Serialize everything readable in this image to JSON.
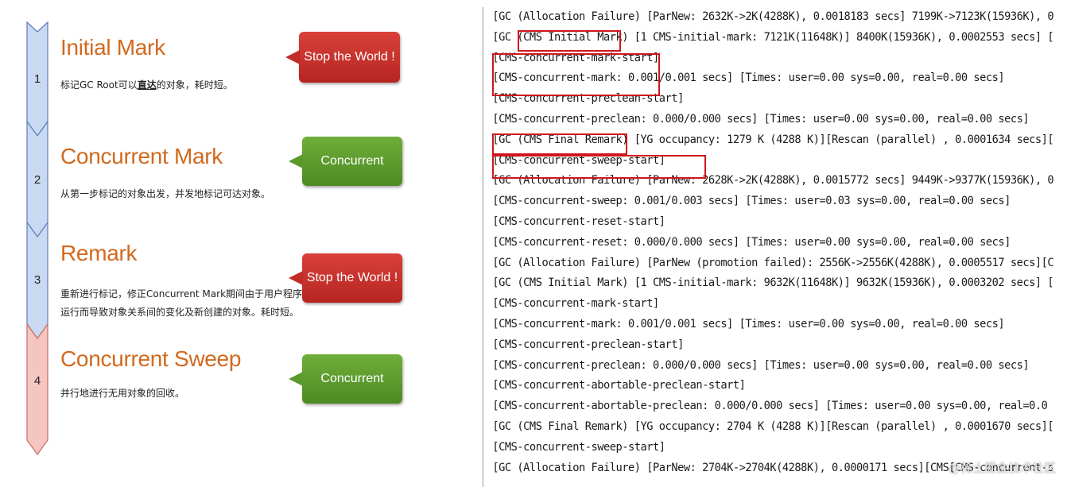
{
  "stages": [
    {
      "number": "1",
      "title": "Initial Mark",
      "desc_lines": [
        [
          "标记GC Root可以",
          "直达",
          "的对象，耗时短。"
        ]
      ],
      "badge": "Stop the World !",
      "badge_color": "#c22d28"
    },
    {
      "number": "2",
      "title": "Concurrent Mark",
      "desc_lines": [
        [
          "从第一步标记的对象出发，并发地标记可达对象。"
        ]
      ],
      "badge": "Concurrent",
      "badge_color": "#5a9a2c"
    },
    {
      "number": "3",
      "title": "Remark",
      "desc_lines": [
        [
          "重新进行标记，修正Concurrent Mark期间由于用户程序"
        ],
        [
          "运行而导致对象关系间的变化及新创建的对象。耗时短。"
        ]
      ],
      "badge": "Stop the World !",
      "badge_color": "#c22d28"
    },
    {
      "number": "4",
      "title": "Concurrent Sweep",
      "desc_lines": [
        [
          "并行地进行无用对象的回收。"
        ]
      ],
      "badge": "Concurrent",
      "badge_color": "#5a9a2c"
    }
  ],
  "arrow_colors": {
    "blue_fill": "#c9d9f2",
    "blue_edge": "#5c7fb8",
    "red_fill": "#f5c6c0",
    "red_edge": "#c86b63"
  },
  "log_lines": [
    "[GC (Allocation Failure) [ParNew: 2632K->2K(4288K), 0.0018183 secs] 7199K->7123K(15936K), 0",
    "[GC (CMS Initial Mark) [1 CMS-initial-mark: 7121K(11648K)] 8400K(15936K), 0.0002553 secs] [",
    "[CMS-concurrent-mark-start]",
    "[CMS-concurrent-mark: 0.001/0.001 secs] [Times: user=0.00 sys=0.00, real=0.00 secs]",
    "[CMS-concurrent-preclean-start]",
    "[CMS-concurrent-preclean: 0.000/0.000 secs] [Times: user=0.00 sys=0.00, real=0.00 secs]",
    "[GC (CMS Final Remark) [YG occupancy: 1279 K (4288 K)][Rescan (parallel) , 0.0001634 secs][",
    "[CMS-concurrent-sweep-start]",
    "[GC (Allocation Failure) [ParNew: 2628K->2K(4288K), 0.0015772 secs] 9449K->9377K(15936K), 0",
    "[CMS-concurrent-sweep: 0.001/0.003 secs] [Times: user=0.03 sys=0.00, real=0.00 secs]",
    "[CMS-concurrent-reset-start]",
    "[CMS-concurrent-reset: 0.000/0.000 secs] [Times: user=0.00 sys=0.00, real=0.00 secs]",
    "[GC (Allocation Failure) [ParNew (promotion failed): 2556K->2556K(4288K), 0.0005517 secs][C",
    "[GC (CMS Initial Mark) [1 CMS-initial-mark: 9632K(11648K)] 9632K(15936K), 0.0003202 secs] [",
    "[CMS-concurrent-mark-start]",
    "[CMS-concurrent-mark: 0.001/0.001 secs] [Times: user=0.00 sys=0.00, real=0.00 secs]",
    "[CMS-concurrent-preclean-start]",
    "[CMS-concurrent-preclean: 0.000/0.000 secs] [Times: user=0.00 sys=0.00, real=0.00 secs]",
    "[CMS-concurrent-abortable-preclean-start]",
    "[CMS-concurrent-abortable-preclean: 0.000/0.000 secs] [Times: user=0.00 sys=0.00, real=0.0",
    "[GC (CMS Final Remark) [YG occupancy: 2704 K (4288 K)][Rescan (parallel) , 0.0001670 secs][",
    "[CMS-concurrent-sweep-start]",
    "[GC (Allocation Failure) [ParNew: 2704K->2704K(4288K), 0.0000171 secs][CMS[CMS-concurrent-s"
  ],
  "highlight_color": "#d0161c",
  "watermark": "@稀土掘金技术社区"
}
